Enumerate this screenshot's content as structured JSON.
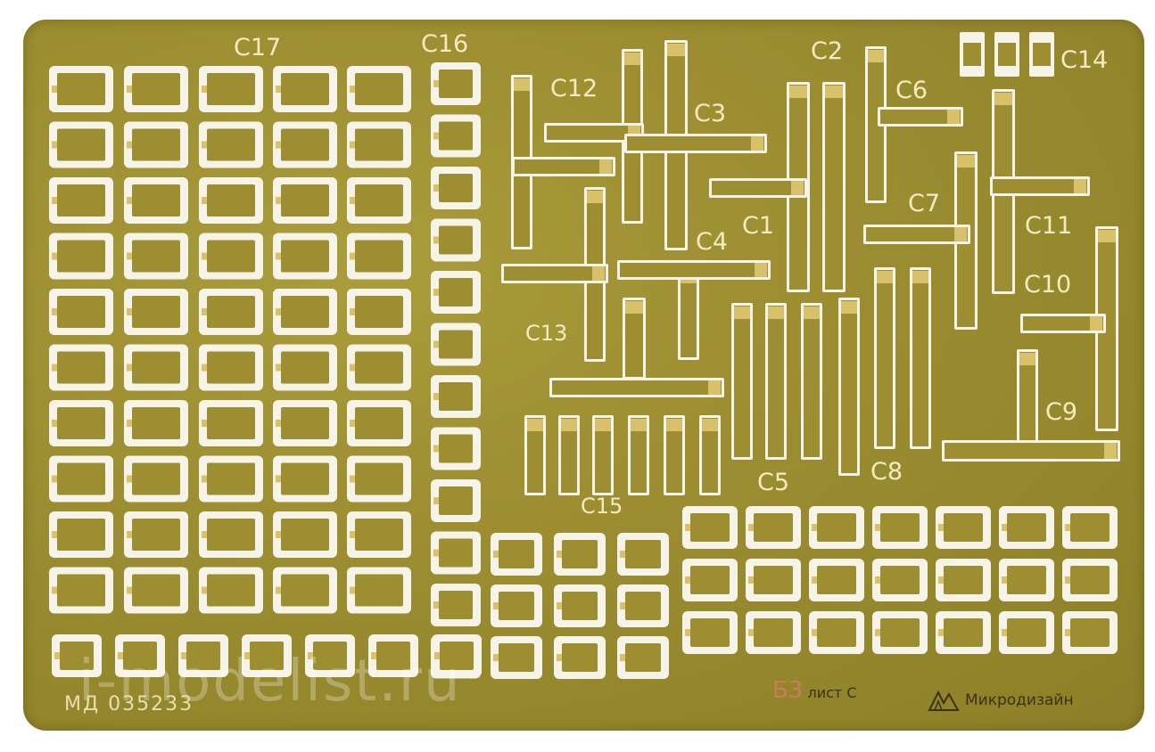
{
  "labels": {
    "c17": "C17",
    "c16": "C16",
    "c2": "C2",
    "c14": "C14",
    "c12": "C12",
    "c3": "C3",
    "c6": "C6",
    "c1": "C1",
    "c7": "C7",
    "c4": "C4",
    "c11": "C11",
    "c10": "C10",
    "c13": "C13",
    "c9": "C9",
    "c8": "C8",
    "c5": "C5",
    "c15": "C15"
  },
  "footer": {
    "code": "МД 035233",
    "sheet_big": "Б3",
    "sheet_small": "лист С",
    "brand": "Микродизайн"
  },
  "watermark": "i-modelist.ru",
  "colors": {
    "brass": "#9c8e31",
    "slot": "#f6f4e8",
    "tab": "#d9c06a",
    "label": "#f3ecc0"
  },
  "icons": {
    "brand_logo": "mountain-logo-icon"
  }
}
